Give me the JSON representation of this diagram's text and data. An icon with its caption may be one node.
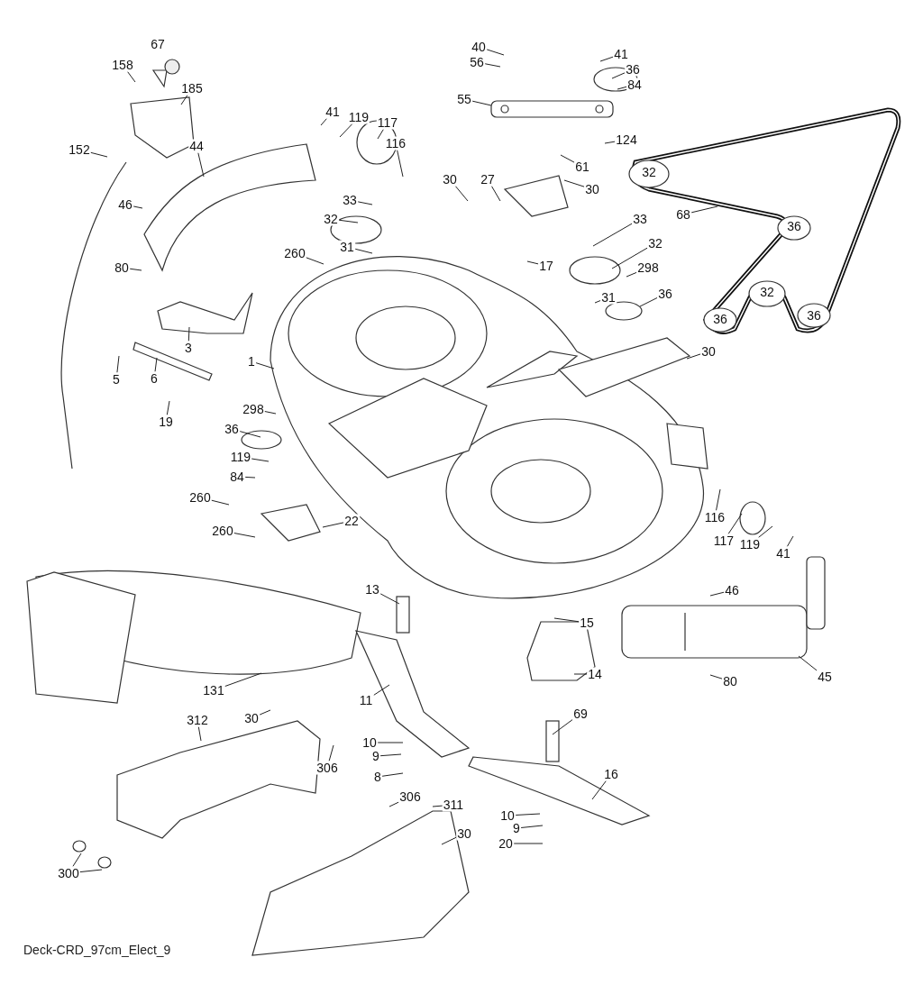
{
  "diagram": {
    "caption": "Deck-CRD_97cm_Elect_9",
    "nodes": [
      {
        "text": [
          "40"
        ]
      },
      {
        "text": [
          "41"
        ]
      },
      {
        "text": [
          "56"
        ]
      },
      {
        "text": [
          "158"
        ]
      },
      {
        "text": [
          "36"
        ]
      },
      {
        "text": [
          "84"
        ]
      },
      {
        "text": [
          "185"
        ]
      },
      {
        "text": [
          "55"
        ]
      },
      {
        "text": [
          "41"
        ]
      },
      {
        "text": [
          "119"
        ]
      },
      {
        "text": [
          "117"
        ]
      },
      {
        "text": [
          "124"
        ]
      },
      {
        "text": [
          "116"
        ]
      },
      {
        "text": [
          "44"
        ]
      },
      {
        "text": [
          "152"
        ]
      },
      {
        "text": [
          "61"
        ]
      },
      {
        "text": [
          "30"
        ]
      },
      {
        "text": [
          "27"
        ]
      },
      {
        "text": [
          "30"
        ]
      },
      {
        "text": [
          "33"
        ]
      },
      {
        "text": [
          "46"
        ]
      },
      {
        "text": [
          "68"
        ]
      },
      {
        "text": [
          "33"
        ]
      },
      {
        "text": [
          "32"
        ]
      },
      {
        "text": [
          "32"
        ]
      },
      {
        "text": [
          "31"
        ]
      },
      {
        "text": [
          "260"
        ]
      },
      {
        "text": [
          "17"
        ]
      },
      {
        "text": [
          "80"
        ]
      },
      {
        "text": [
          "298"
        ]
      },
      {
        "text": [
          "36"
        ]
      },
      {
        "text": [
          "31"
        ]
      },
      {
        "text": [
          "3"
        ]
      },
      {
        "text": [
          "30"
        ]
      },
      {
        "text": [
          "1"
        ]
      },
      {
        "text": [
          "6"
        ]
      },
      {
        "text": [
          "5"
        ]
      },
      {
        "text": [
          "298"
        ]
      },
      {
        "text": [
          "19"
        ]
      },
      {
        "text": [
          "36"
        ]
      },
      {
        "text": [
          "119"
        ]
      },
      {
        "text": [
          "84"
        ]
      },
      {
        "text": [
          "260"
        ]
      },
      {
        "text": [
          "116"
        ]
      },
      {
        "text": [
          "22"
        ]
      },
      {
        "text": [
          "260"
        ]
      },
      {
        "text": [
          "117"
        ]
      },
      {
        "text": [
          "119"
        ]
      },
      {
        "text": [
          "41"
        ]
      },
      {
        "text": [
          "13"
        ]
      },
      {
        "text": [
          "46"
        ]
      },
      {
        "text": [
          "15"
        ]
      },
      {
        "text": [
          "14"
        ]
      },
      {
        "text": [
          "45"
        ]
      },
      {
        "text": [
          "80"
        ]
      },
      {
        "text": [
          "131"
        ]
      },
      {
        "text": [
          "11"
        ]
      },
      {
        "text": [
          "69"
        ]
      },
      {
        "text": [
          "30"
        ]
      },
      {
        "text": [
          "312"
        ]
      },
      {
        "text": [
          "10"
        ]
      },
      {
        "text": [
          "9"
        ]
      },
      {
        "text": [
          "306"
        ]
      },
      {
        "text": [
          "16"
        ]
      },
      {
        "text": [
          "8"
        ]
      },
      {
        "text": [
          "306"
        ]
      },
      {
        "text": [
          "311"
        ]
      },
      {
        "text": [
          "10"
        ]
      },
      {
        "text": [
          "9"
        ]
      },
      {
        "text": [
          "30"
        ]
      },
      {
        "text": [
          "20"
        ]
      },
      {
        "text": [
          "300"
        ]
      }
    ],
    "edges": [
      {
        "from": 0,
        "to": null,
        "arrow": "none"
      },
      {
        "from": 1,
        "to": null,
        "arrow": "none"
      },
      {
        "from": 2,
        "to": null,
        "arrow": "none"
      },
      {
        "from": 3,
        "to": null,
        "arrow": "none"
      },
      {
        "from": 4,
        "to": null,
        "arrow": "none"
      },
      {
        "from": 5,
        "to": null,
        "arrow": "none"
      },
      {
        "from": 6,
        "to": null,
        "arrow": "none"
      },
      {
        "from": 7,
        "to": null,
        "arrow": "none"
      },
      {
        "from": 8,
        "to": null,
        "arrow": "none"
      },
      {
        "from": 9,
        "to": null,
        "arrow": "none"
      },
      {
        "from": 10,
        "to": null,
        "arrow": "none"
      },
      {
        "from": 11,
        "to": null,
        "arrow": "none"
      },
      {
        "from": 12,
        "to": null,
        "arrow": "none"
      },
      {
        "from": 13,
        "to": null,
        "arrow": "none"
      },
      {
        "from": 14,
        "to": null,
        "arrow": "none"
      },
      {
        "from": 15,
        "to": null,
        "arrow": "none"
      },
      {
        "from": 16,
        "to": null,
        "arrow": "none"
      },
      {
        "from": 17,
        "to": null,
        "arrow": "none"
      },
      {
        "from": 18,
        "to": null,
        "arrow": "none"
      },
      {
        "from": 19,
        "to": null,
        "arrow": "none"
      },
      {
        "from": 20,
        "to": null,
        "arrow": "none"
      },
      {
        "from": 21,
        "to": null,
        "arrow": "none"
      },
      {
        "from": 22,
        "to": null,
        "arrow": "none"
      },
      {
        "from": 23,
        "to": null,
        "arrow": "none"
      },
      {
        "from": 24,
        "to": null,
        "arrow": "none"
      },
      {
        "from": 25,
        "to": null,
        "arrow": "none"
      },
      {
        "from": 26,
        "to": null,
        "arrow": "none"
      },
      {
        "from": 27,
        "to": null,
        "arrow": "none"
      },
      {
        "from": 28,
        "to": null,
        "arrow": "none"
      },
      {
        "from": 29,
        "to": null,
        "arrow": "none"
      },
      {
        "from": 30,
        "to": null,
        "arrow": "none"
      },
      {
        "from": 31,
        "to": null,
        "arrow": "none"
      },
      {
        "from": 32,
        "to": null,
        "arrow": "none"
      },
      {
        "from": 33,
        "to": null,
        "arrow": "none"
      },
      {
        "from": 34,
        "to": null,
        "arrow": "none"
      },
      {
        "from": 35,
        "to": null,
        "arrow": "none"
      },
      {
        "from": 36,
        "to": null,
        "arrow": "none"
      },
      {
        "from": 37,
        "to": null,
        "arrow": "none"
      },
      {
        "from": 38,
        "to": null,
        "arrow": "none"
      },
      {
        "from": 39,
        "to": null,
        "arrow": "none"
      },
      {
        "from": 40,
        "to": null,
        "arrow": "none"
      },
      {
        "from": 41,
        "to": null,
        "arrow": "none"
      },
      {
        "from": 42,
        "to": null,
        "arrow": "none"
      },
      {
        "from": 43,
        "to": null,
        "arrow": "none"
      },
      {
        "from": 44,
        "to": null,
        "arrow": "none"
      },
      {
        "from": 45,
        "to": null,
        "arrow": "none"
      },
      {
        "from": 46,
        "to": null,
        "arrow": "none"
      },
      {
        "from": 47,
        "to": null,
        "arrow": "none"
      },
      {
        "from": 48,
        "to": null,
        "arrow": "none"
      },
      {
        "from": 49,
        "to": null,
        "arrow": "none"
      },
      {
        "from": 50,
        "to": null,
        "arrow": "none"
      },
      {
        "from": 51,
        "to": null,
        "arrow": "none"
      },
      {
        "from": 52,
        "to": null,
        "arrow": "none"
      },
      {
        "from": 53,
        "to": null,
        "arrow": "none"
      },
      {
        "from": 54,
        "to": null,
        "arrow": "none"
      },
      {
        "from": 55,
        "to": null,
        "arrow": "none"
      },
      {
        "from": 56,
        "to": null,
        "arrow": "none"
      },
      {
        "from": 57,
        "to": null,
        "arrow": "none"
      },
      {
        "from": 58,
        "to": null,
        "arrow": "none"
      },
      {
        "from": 59,
        "to": null,
        "arrow": "none"
      },
      {
        "from": 60,
        "to": null,
        "arrow": "none"
      },
      {
        "from": 61,
        "to": null,
        "arrow": "none"
      },
      {
        "from": 62,
        "to": null,
        "arrow": "none"
      },
      {
        "from": 63,
        "to": null,
        "arrow": "none"
      },
      {
        "from": 64,
        "to": null,
        "arrow": "none"
      },
      {
        "from": 65,
        "to": null,
        "arrow": "none"
      },
      {
        "from": 66,
        "to": null,
        "arrow": "none"
      },
      {
        "from": 67,
        "to": null,
        "arrow": "none"
      },
      {
        "from": 68,
        "to": null,
        "arrow": "none"
      },
      {
        "from": 69,
        "to": null,
        "arrow": "none"
      },
      {
        "from": 70,
        "to": null,
        "arrow": "none"
      },
      {
        "from": 71,
        "to": null,
        "arrow": "none"
      },
      {
        "from": 71,
        "to": null,
        "arrow": "none"
      }
    ],
    "labels": [
      "67",
      "32",
      "36",
      "32",
      "36",
      "36"
    ]
  }
}
